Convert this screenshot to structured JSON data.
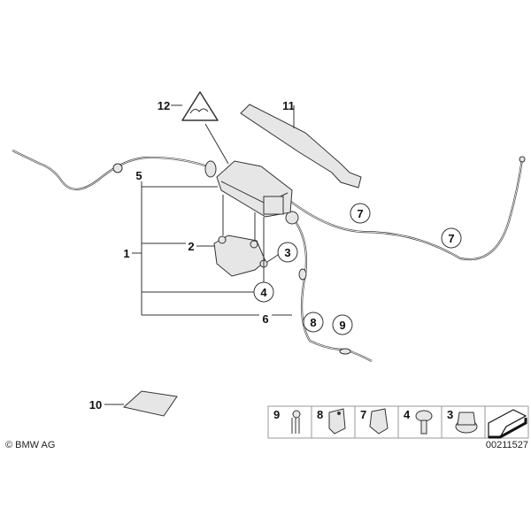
{
  "diagram": {
    "callouts": {
      "c1": "1",
      "c2": "2",
      "c3": "3",
      "c4": "4",
      "c5": "5",
      "c6": "6",
      "c7a": "7",
      "c7b": "7",
      "c8": "8",
      "c9": "9",
      "c10": "10",
      "c11": "11",
      "c12": "12"
    },
    "legend_strip": {
      "items": [
        {
          "number": "9",
          "icon": "clip-icon"
        },
        {
          "number": "8",
          "icon": "bracket-clip-icon"
        },
        {
          "number": "7",
          "icon": "spring-clip-icon"
        },
        {
          "number": "4",
          "icon": "hex-bolt-icon"
        },
        {
          "number": "3",
          "icon": "hex-nut-icon"
        },
        {
          "number": "",
          "icon": "arrow-icon"
        }
      ]
    },
    "copyright": "© BMW AG",
    "diagram_number": "00211527"
  }
}
